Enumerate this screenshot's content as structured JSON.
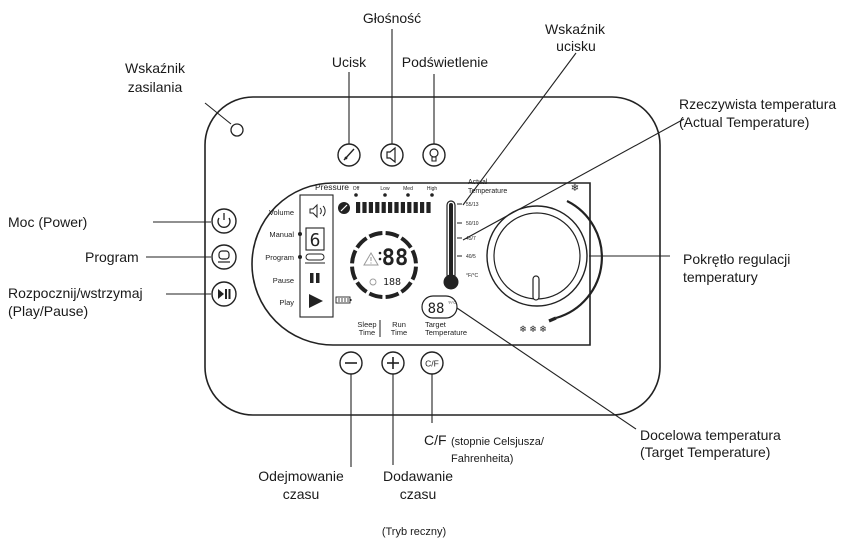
{
  "callouts": {
    "power_indicator": [
      "Wskaźnik",
      "zasilania"
    ],
    "pressure": "Ucisk",
    "volume": "Głośność",
    "backlight": "Podświetlenie",
    "pressure_indicator": [
      "Wskaźnik",
      "ucisku"
    ],
    "actual_temp": [
      "Rzeczywista temperatura",
      "(Actual Temperature)"
    ],
    "power": "Moc (Power)",
    "program": "Program",
    "play_pause": [
      "Rozpocznij/wstrzymaj",
      "(Play/Pause)"
    ],
    "temp_knob": [
      "Pokrętło regulacji",
      "temperatury"
    ],
    "target_temp": [
      "Docelowa temperatura",
      "(Target Temperature)"
    ],
    "time_minus": [
      "Odejmowanie",
      "czasu"
    ],
    "time_plus": [
      "Dodawanie",
      "czasu"
    ],
    "cf_main": "C/F",
    "cf_sub": [
      "(stopnie Celsjusza/",
      "Fahrenheita)"
    ],
    "manual_mode": "(Tryb reczny)"
  },
  "display": {
    "pressure_label": "Pressure",
    "pressure_levels": [
      "Off",
      "Low",
      "Med",
      "High"
    ],
    "actual_temp_label": [
      "Actual",
      "Temperature"
    ],
    "scale": [
      "55/13",
      "50/10",
      "45/7",
      "40/5",
      "°F/°C"
    ],
    "mode_labels": [
      "Volume",
      "Manual",
      "Program",
      "Pause",
      "Play"
    ],
    "program_digit": "6",
    "main_digits": "88",
    "sub_digits": "188",
    "target_digits": "88",
    "target_unit": "°F/°C",
    "sleep_time": [
      "Sleep",
      "Time"
    ],
    "run_time": [
      "Run",
      "Time"
    ],
    "target_temp_label": [
      "Target",
      "Temperature"
    ],
    "bar_segments": 12,
    "pressure_level_active": 0
  },
  "buttons": {
    "cf_label": "C/F"
  },
  "icons": [
    "power-icon",
    "program-icon",
    "play-pause-icon",
    "pressure-icon",
    "volume-icon",
    "backlight-icon",
    "minus-icon",
    "plus-icon",
    "cf-icon",
    "snowflake-icon",
    "thermometer-icon",
    "warning-icon",
    "battery-icon"
  ]
}
